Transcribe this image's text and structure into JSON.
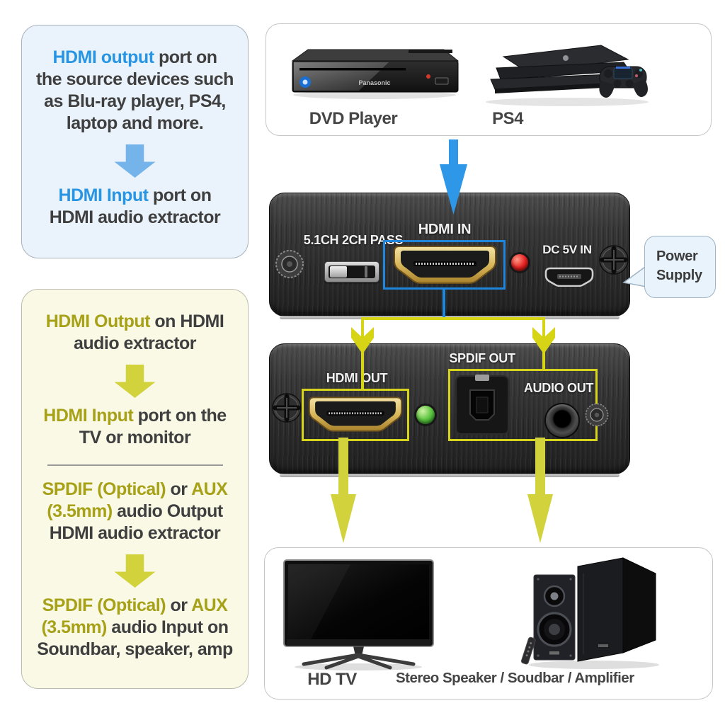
{
  "title": "HDMI audio extractor connection diagram",
  "colors": {
    "accent_blue": "#2795e4",
    "accent_olive": "#a7a118",
    "small_arrow_blue": "#74b4ea",
    "big_arrow_blue": "#2e97e8",
    "arrow_yellow": "#d1d23c",
    "connector_line_yellow": "#d6d414",
    "highlight_box_blue": "#1f86dd",
    "highlight_box_yellow": "#d6d41c",
    "led_red": "#e42121",
    "led_green": "#5bc43f",
    "info_blue_bg": "#eaf3fb",
    "info_yellow_bg": "#f9f9e6",
    "text_dark": "#3f3f3f"
  },
  "info_blue": {
    "p1_highlight": "HDMI output",
    "p1_rest": " port on",
    "p1_line2": "the source devices such",
    "p1_line3": "as Blu-ray player, PS4,",
    "p1_line4": "laptop and more.",
    "p2_highlight": "HDMI Input",
    "p2_rest": " port on",
    "p2_line2": "HDMI audio extractor"
  },
  "info_yellow": {
    "s1_highlight": "HDMI Output",
    "s1_rest": " on HDMI",
    "s1_line2": "audio extractor",
    "s2_highlight": "HDMI Input",
    "s2_rest": " port on the",
    "s2_line2": "TV or monitor",
    "s3_hl1": "SPDIF (Optical)",
    "s3_mid": " or ",
    "s3_hl2": "AUX",
    "s3_l2_hl": "(3.5mm)",
    "s3_l2_rest": " audio Output",
    "s3_line3": "HDMI audio extractor",
    "s4_hl1": "SPDIF (Optical)",
    "s4_mid": " or ",
    "s4_hl2": "AUX",
    "s4_l2_hl": "(3.5mm)",
    "s4_l2_rest": " audio Input on",
    "s4_line3": "Soundbar, speaker, amp"
  },
  "sources": {
    "dvd_label": "DVD Player",
    "dvd_brand": "Panasonic",
    "ps4_label": "PS4"
  },
  "extractor_front": {
    "switch_label": "5.1CH 2CH PASS",
    "hdmi_in_label": "HDMI IN",
    "dc_in_label": "DC 5V IN"
  },
  "power_callout": {
    "line1": "Power",
    "line2": "Supply"
  },
  "extractor_back": {
    "hdmi_out_label": "HDMI OUT",
    "spdif_out_label": "SPDIF OUT",
    "audio_out_label": "AUDIO OUT"
  },
  "sinks": {
    "tv_label": "HD TV",
    "speakers_label": "Stereo Speaker / Soudbar / Amplifier"
  }
}
